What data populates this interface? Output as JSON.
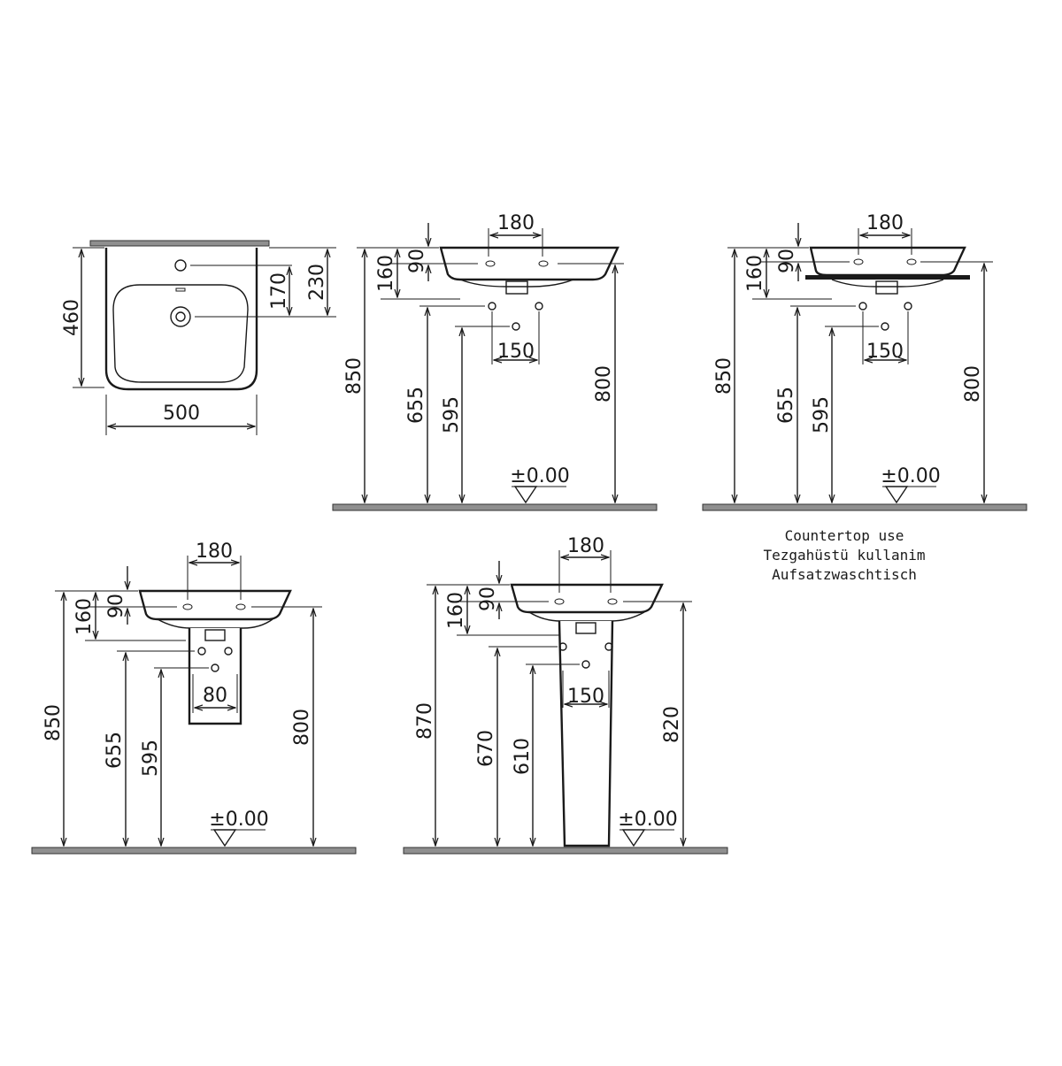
{
  "top_view": {
    "width": "500",
    "depth": "460",
    "tap_hole_to_wall": "230",
    "drain_offset": "170"
  },
  "wall_hung": {
    "tap_spacing": "180",
    "rim_height": "850",
    "bowl_depth": "160",
    "rim_to_tap_hole": "90",
    "waste_height": "655",
    "supply_height": "595",
    "supply_spacing": "150",
    "underside_height": "800",
    "floor_label": "±0.00"
  },
  "countertop": {
    "tap_spacing": "180",
    "rim_height": "850",
    "bowl_depth": "160",
    "rim_to_tap_hole": "90",
    "waste_height": "655",
    "supply_height": "595",
    "supply_spacing": "150",
    "underside_height": "800",
    "floor_label": "±0.00",
    "caption": [
      "Countertop use",
      "Tezgahüstü kullanim",
      "Aufsatzwaschtisch"
    ]
  },
  "half_pedestal": {
    "tap_spacing": "180",
    "rim_height": "850",
    "bowl_depth": "160",
    "rim_to_tap_hole": "90",
    "waste_height": "655",
    "supply_height": "595",
    "supply_spacing": "80",
    "underside_height": "800",
    "floor_label": "±0.00"
  },
  "full_pedestal": {
    "tap_spacing": "180",
    "rim_height": "870",
    "bowl_depth": "160",
    "rim_to_tap_hole": "90",
    "waste_height": "670",
    "supply_height": "610",
    "supply_spacing": "150",
    "underside_height": "820",
    "floor_label": "±0.00"
  }
}
